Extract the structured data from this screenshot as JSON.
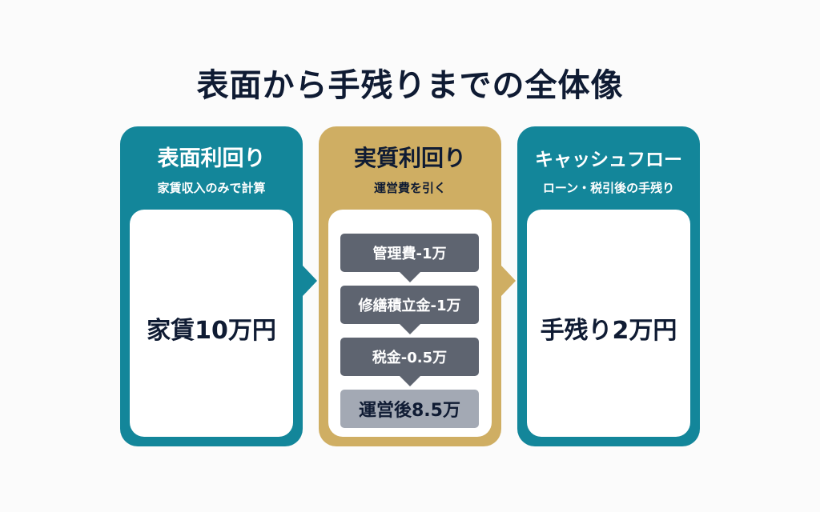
{
  "title": "表面から手残りまでの全体像",
  "colors": {
    "teal": "#13869a",
    "gold": "#cfae63",
    "navy_text": "#0f1b33",
    "step_gray": "#5e6470",
    "final_gray": "#a3a9b4"
  },
  "cards": [
    {
      "title": "表面利回り",
      "subtitle": "家賃収入のみで計算",
      "value": "家賃10万円",
      "color": "teal"
    },
    {
      "title": "実質利回り",
      "subtitle": "運営費を引く",
      "color": "gold",
      "steps": [
        {
          "label": "管理費-1万"
        },
        {
          "label": "修繕積立金-1万"
        },
        {
          "label": "税金-0.5万"
        },
        {
          "label": "運営後8.5万",
          "final": true
        }
      ]
    },
    {
      "title": "キャッシュフロー",
      "subtitle": "ローン・税引後の手残り",
      "value": "手残り2万円",
      "color": "teal"
    }
  ],
  "arrows": [
    {
      "from": "表面利回り",
      "to": "実質利回り",
      "icon": "arrow-right-icon"
    },
    {
      "from": "実質利回り",
      "to": "キャッシュフロー",
      "icon": "arrow-right-icon"
    }
  ]
}
